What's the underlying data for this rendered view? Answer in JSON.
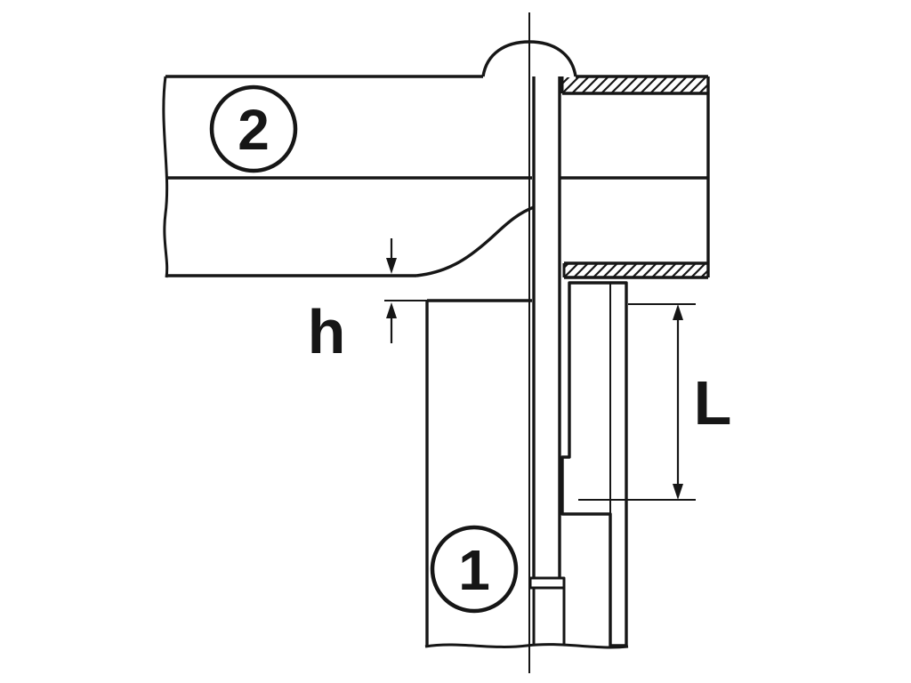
{
  "diagram": {
    "colors": {
      "line": "#161616",
      "background": "#ffffff"
    },
    "callouts": {
      "part2": "2",
      "part1": "1"
    },
    "dimensions": {
      "h": "h",
      "L": "L"
    }
  }
}
